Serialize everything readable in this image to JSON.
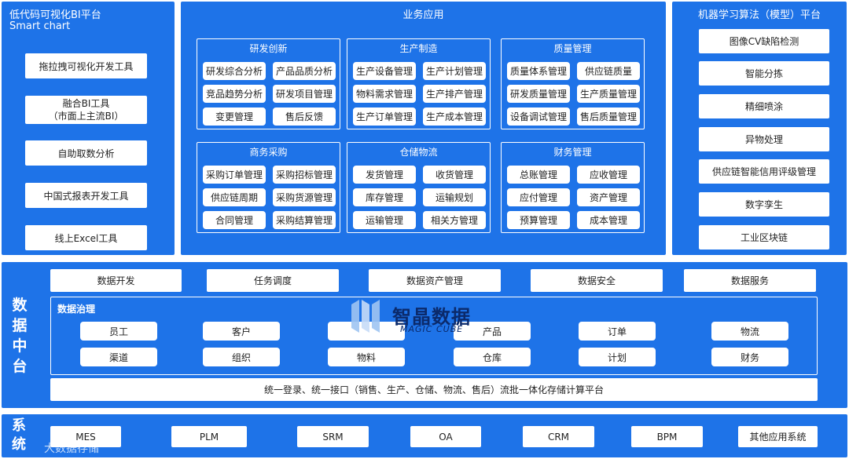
{
  "left_panel": {
    "title": "低代码可视化BI平台",
    "subtitle": "Smart chart",
    "tools": [
      "拖拉拽可视化开发工具",
      "融合BI工具",
      "（市面上主流BI）",
      "自助取数分析",
      "中国式报表开发工具",
      "线上Excel工具"
    ]
  },
  "business": {
    "title": "业务应用",
    "categories": [
      {
        "title": "研发创新",
        "items": [
          "研发综合分析",
          "产品品质分析",
          "竞品趋势分析",
          "研发项目管理",
          "变更管理",
          "售后反馈"
        ]
      },
      {
        "title": "生产制造",
        "items": [
          "生产设备管理",
          "生产计划管理",
          "物料需求管理",
          "生产排产管理",
          "生产订单管理",
          "生产成本管理"
        ]
      },
      {
        "title": "质量管理",
        "items": [
          "质量体系管理",
          "供应链质量",
          "研发质量管理",
          "生产质量管理",
          "设备调试管理",
          "售后质量管理"
        ]
      },
      {
        "title": "商务采购",
        "items": [
          "采购订单管理",
          "采购招标管理",
          "供应链周期",
          "采购货源管理",
          "合同管理",
          "采购结算管理"
        ]
      },
      {
        "title": "仓储物流",
        "items": [
          "发货管理",
          "收货管理",
          "库存管理",
          "运输规划",
          "运输管理",
          "相关方管理"
        ]
      },
      {
        "title": "财务管理",
        "items": [
          "总账管理",
          "应收管理",
          "应付管理",
          "资产管理",
          "预算管理",
          "成本管理"
        ]
      }
    ]
  },
  "ml_panel": {
    "title": "机器学习算法（模型）平台",
    "items": [
      "图像CV缺陷检测",
      "智能分拣",
      "精细喷涂",
      "异物处理",
      "供应链智能信用评级管理",
      "数字孪生",
      "工业区块链"
    ]
  },
  "data_platform": {
    "label": [
      "数",
      "据",
      "中",
      "台"
    ],
    "top_items": [
      "数据开发",
      "任务调度",
      "数据资产管理",
      "数据安全",
      "数据服务"
    ],
    "governance_title": "数据治理",
    "row1": [
      "员工",
      "客户",
      "",
      "产品",
      "订单",
      "物流"
    ],
    "row2": [
      "渠道",
      "组织",
      "物料",
      "仓库",
      "计划",
      "财务"
    ],
    "bottom_bar": "统一登录、统一接口（销售、生产、仓储、物流、售后）流批一体化存储计算平台"
  },
  "systems": {
    "label": [
      "系",
      "统"
    ],
    "items": [
      "MES",
      "PLM",
      "SRM",
      "OA",
      "CRM",
      "BPM",
      "其他应用系统"
    ]
  },
  "watermark": {
    "logo_text": "智晶数据",
    "logo_sub": "MAGIC CUBE",
    "footer_text": "大数据存储"
  },
  "colors": {
    "primary": "#1e73e8",
    "white": "#ffffff"
  }
}
